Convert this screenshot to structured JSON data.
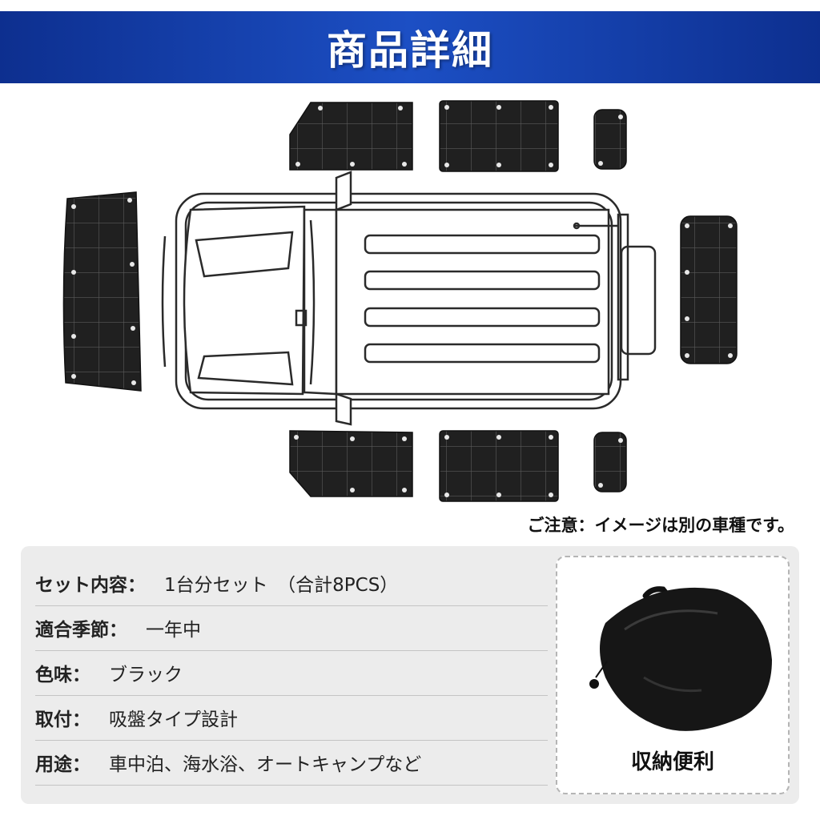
{
  "header": {
    "title": "商品詳細"
  },
  "notice": "ご注意：イメージは別の車種です。",
  "specs": [
    {
      "label": "セット内容：",
      "value": "　1台分セット　（合計8PCS）"
    },
    {
      "label": "適合季節：",
      "value": "　一年中"
    },
    {
      "label": "色味：",
      "value": "　ブラック"
    },
    {
      "label": "取付：",
      "value": "　吸盤タイプ設計"
    },
    {
      "label": "用途：",
      "value": "　車中泊、海水浴、オートキャンプなど"
    }
  ],
  "storage": {
    "label": "収納便利"
  },
  "colors": {
    "banner": "#1c4fc4",
    "panel": "#1f1f1f",
    "spec_bg": "#ececec"
  },
  "icons": {
    "vehicle": "car-top-view-illustration",
    "bag": "storage-bag-illustration"
  }
}
